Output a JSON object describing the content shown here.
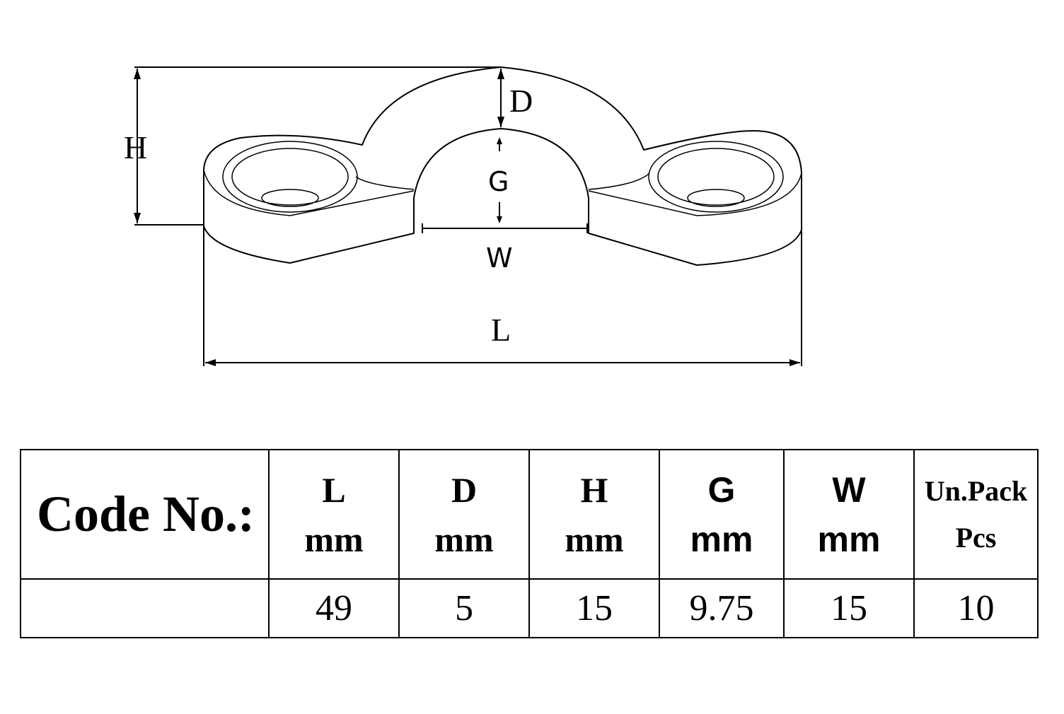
{
  "diagram": {
    "labels": {
      "H": "H",
      "D": "D",
      "G": "G",
      "W": "W",
      "L": "L"
    }
  },
  "table": {
    "code_label": "Code No.:",
    "columns": [
      {
        "name": "L",
        "unit": "mm"
      },
      {
        "name": "D",
        "unit": "mm"
      },
      {
        "name": "H",
        "unit": "mm"
      },
      {
        "name": "G",
        "unit": "mm"
      },
      {
        "name": "W",
        "unit": "mm"
      },
      {
        "name": "Un.Pack",
        "unit": "Pcs"
      }
    ],
    "rows": [
      {
        "code": "",
        "values": [
          "49",
          "5",
          "15",
          "9.75",
          "15",
          "10"
        ]
      }
    ]
  }
}
